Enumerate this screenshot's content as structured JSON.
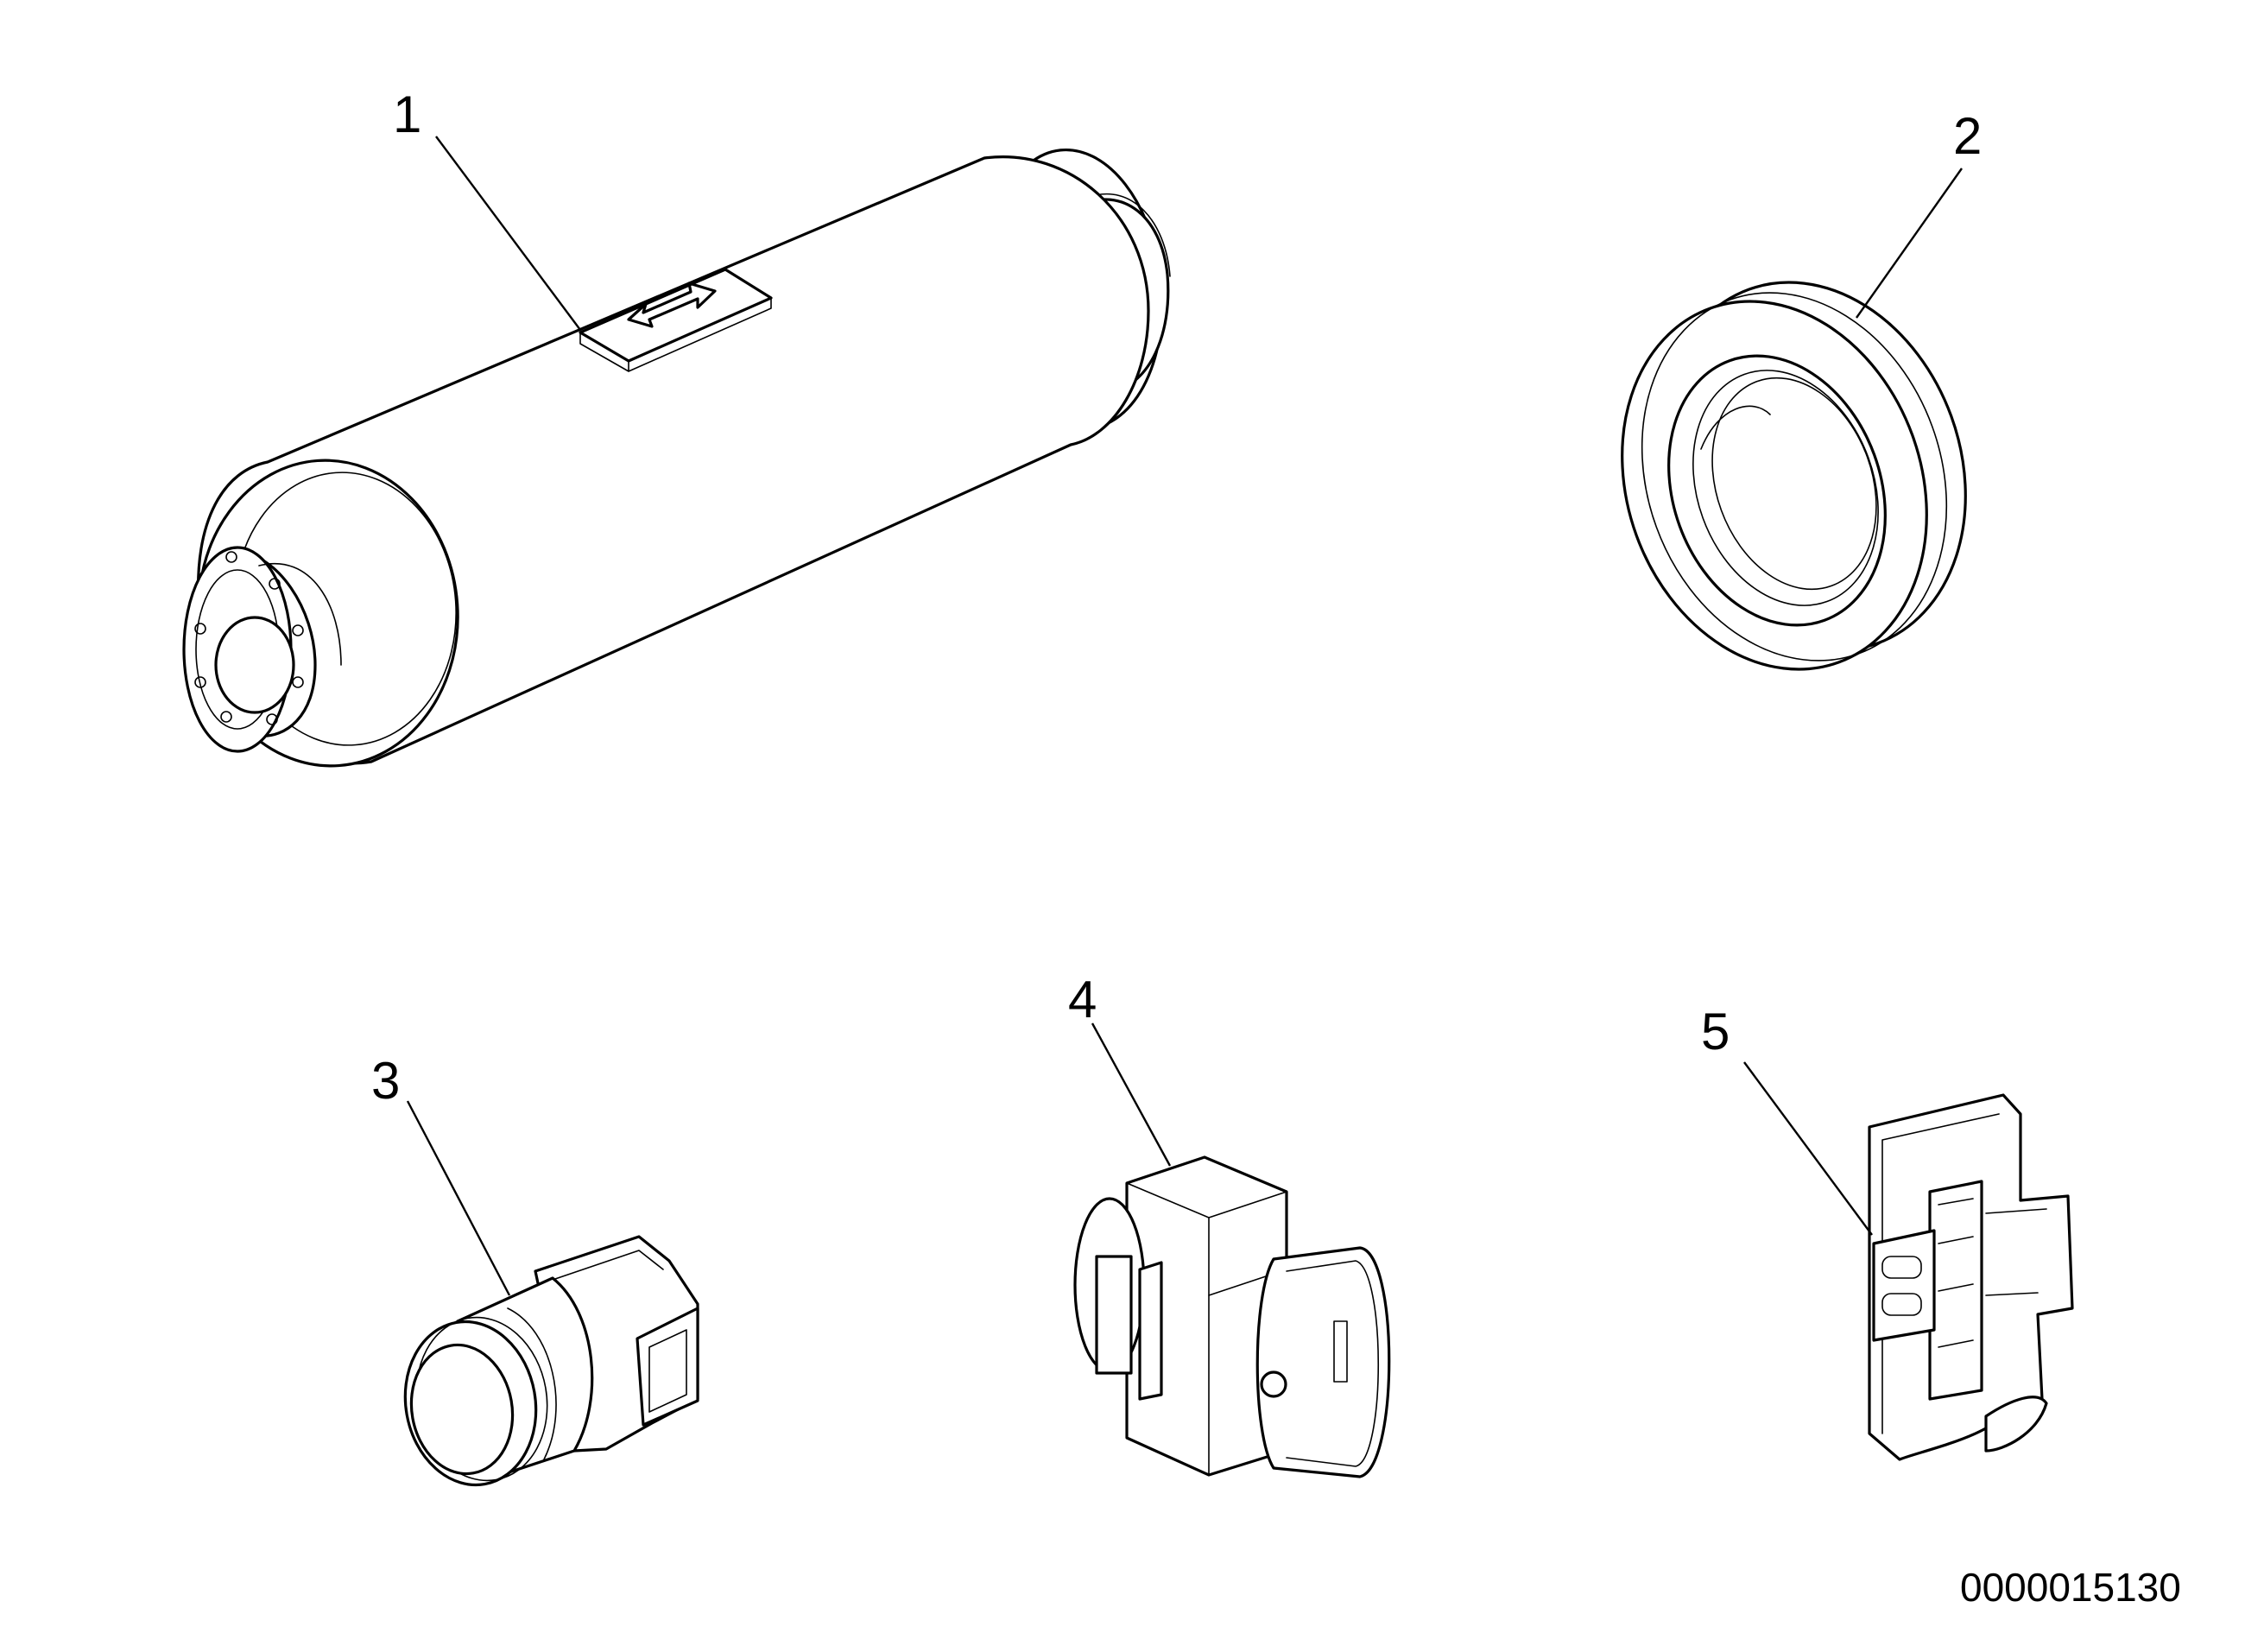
{
  "callouts": {
    "c1": "1",
    "c2": "2",
    "c3": "3",
    "c4": "4",
    "c5": "5"
  },
  "document_id": "0000015130"
}
